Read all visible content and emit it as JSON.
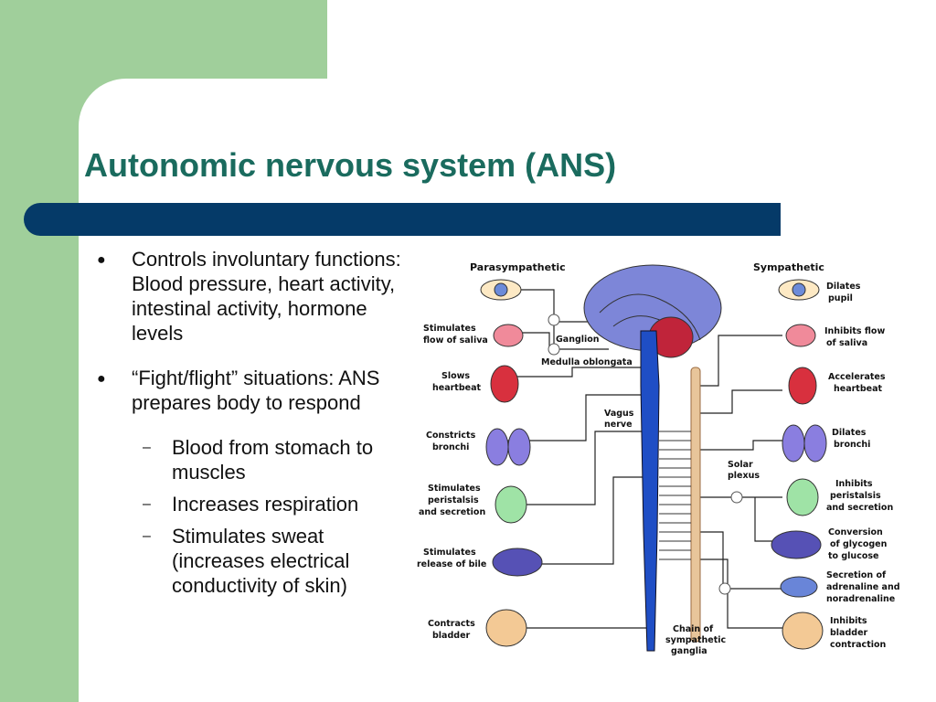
{
  "slide": {
    "title": "Autonomic nervous system (ANS)",
    "bullets": [
      {
        "text": "Controls involuntary functions:  Blood pressure, heart activity, intestinal activity, hormone levels"
      },
      {
        "text": "“Fight/flight” situations: ANS prepares body to respond"
      }
    ],
    "sub_bullets": [
      {
        "text": "Blood from stomach to muscles"
      },
      {
        "text": "Increases respiration"
      },
      {
        "text": "Stimulates sweat (increases electrical conductivity of skin)"
      }
    ]
  },
  "diagram": {
    "parasympathetic_header": "Parasympathetic",
    "sympathetic_header": "Sympathetic",
    "ganglion": "Ganglion",
    "medulla": "Medulla oblongata",
    "vagus": [
      "Vagus",
      "nerve"
    ],
    "solar": [
      "Solar",
      "plexus"
    ],
    "chain": [
      "Chain of",
      "sympathetic",
      "ganglia"
    ],
    "left_labels": [
      [
        "Stimulates",
        "flow of saliva"
      ],
      [
        "Slows",
        "heartbeat"
      ],
      [
        "Constricts",
        "bronchi"
      ],
      [
        "Stimulates",
        "peristalsis",
        "and secretion"
      ],
      [
        "Stimulates",
        "release of bile"
      ],
      [
        "Contracts",
        "bladder"
      ]
    ],
    "right_labels": [
      [
        "Dilates",
        "pupil"
      ],
      [
        "Inhibits flow",
        "of saliva"
      ],
      [
        "Accelerates",
        "heartbeat"
      ],
      [
        "Dilates",
        "bronchi"
      ],
      [
        "Inhibits",
        "peristalsis",
        "and secretion"
      ],
      [
        "Conversion",
        "of glycogen",
        "to glucose"
      ],
      [
        "Secretion of",
        "adrenaline and",
        "noradrenaline"
      ],
      [
        "Inhibits",
        "bladder",
        "contraction"
      ]
    ]
  },
  "colors": {
    "background": "#a0cf9b",
    "title": "#1a6b5e",
    "bar": "#053a68"
  }
}
